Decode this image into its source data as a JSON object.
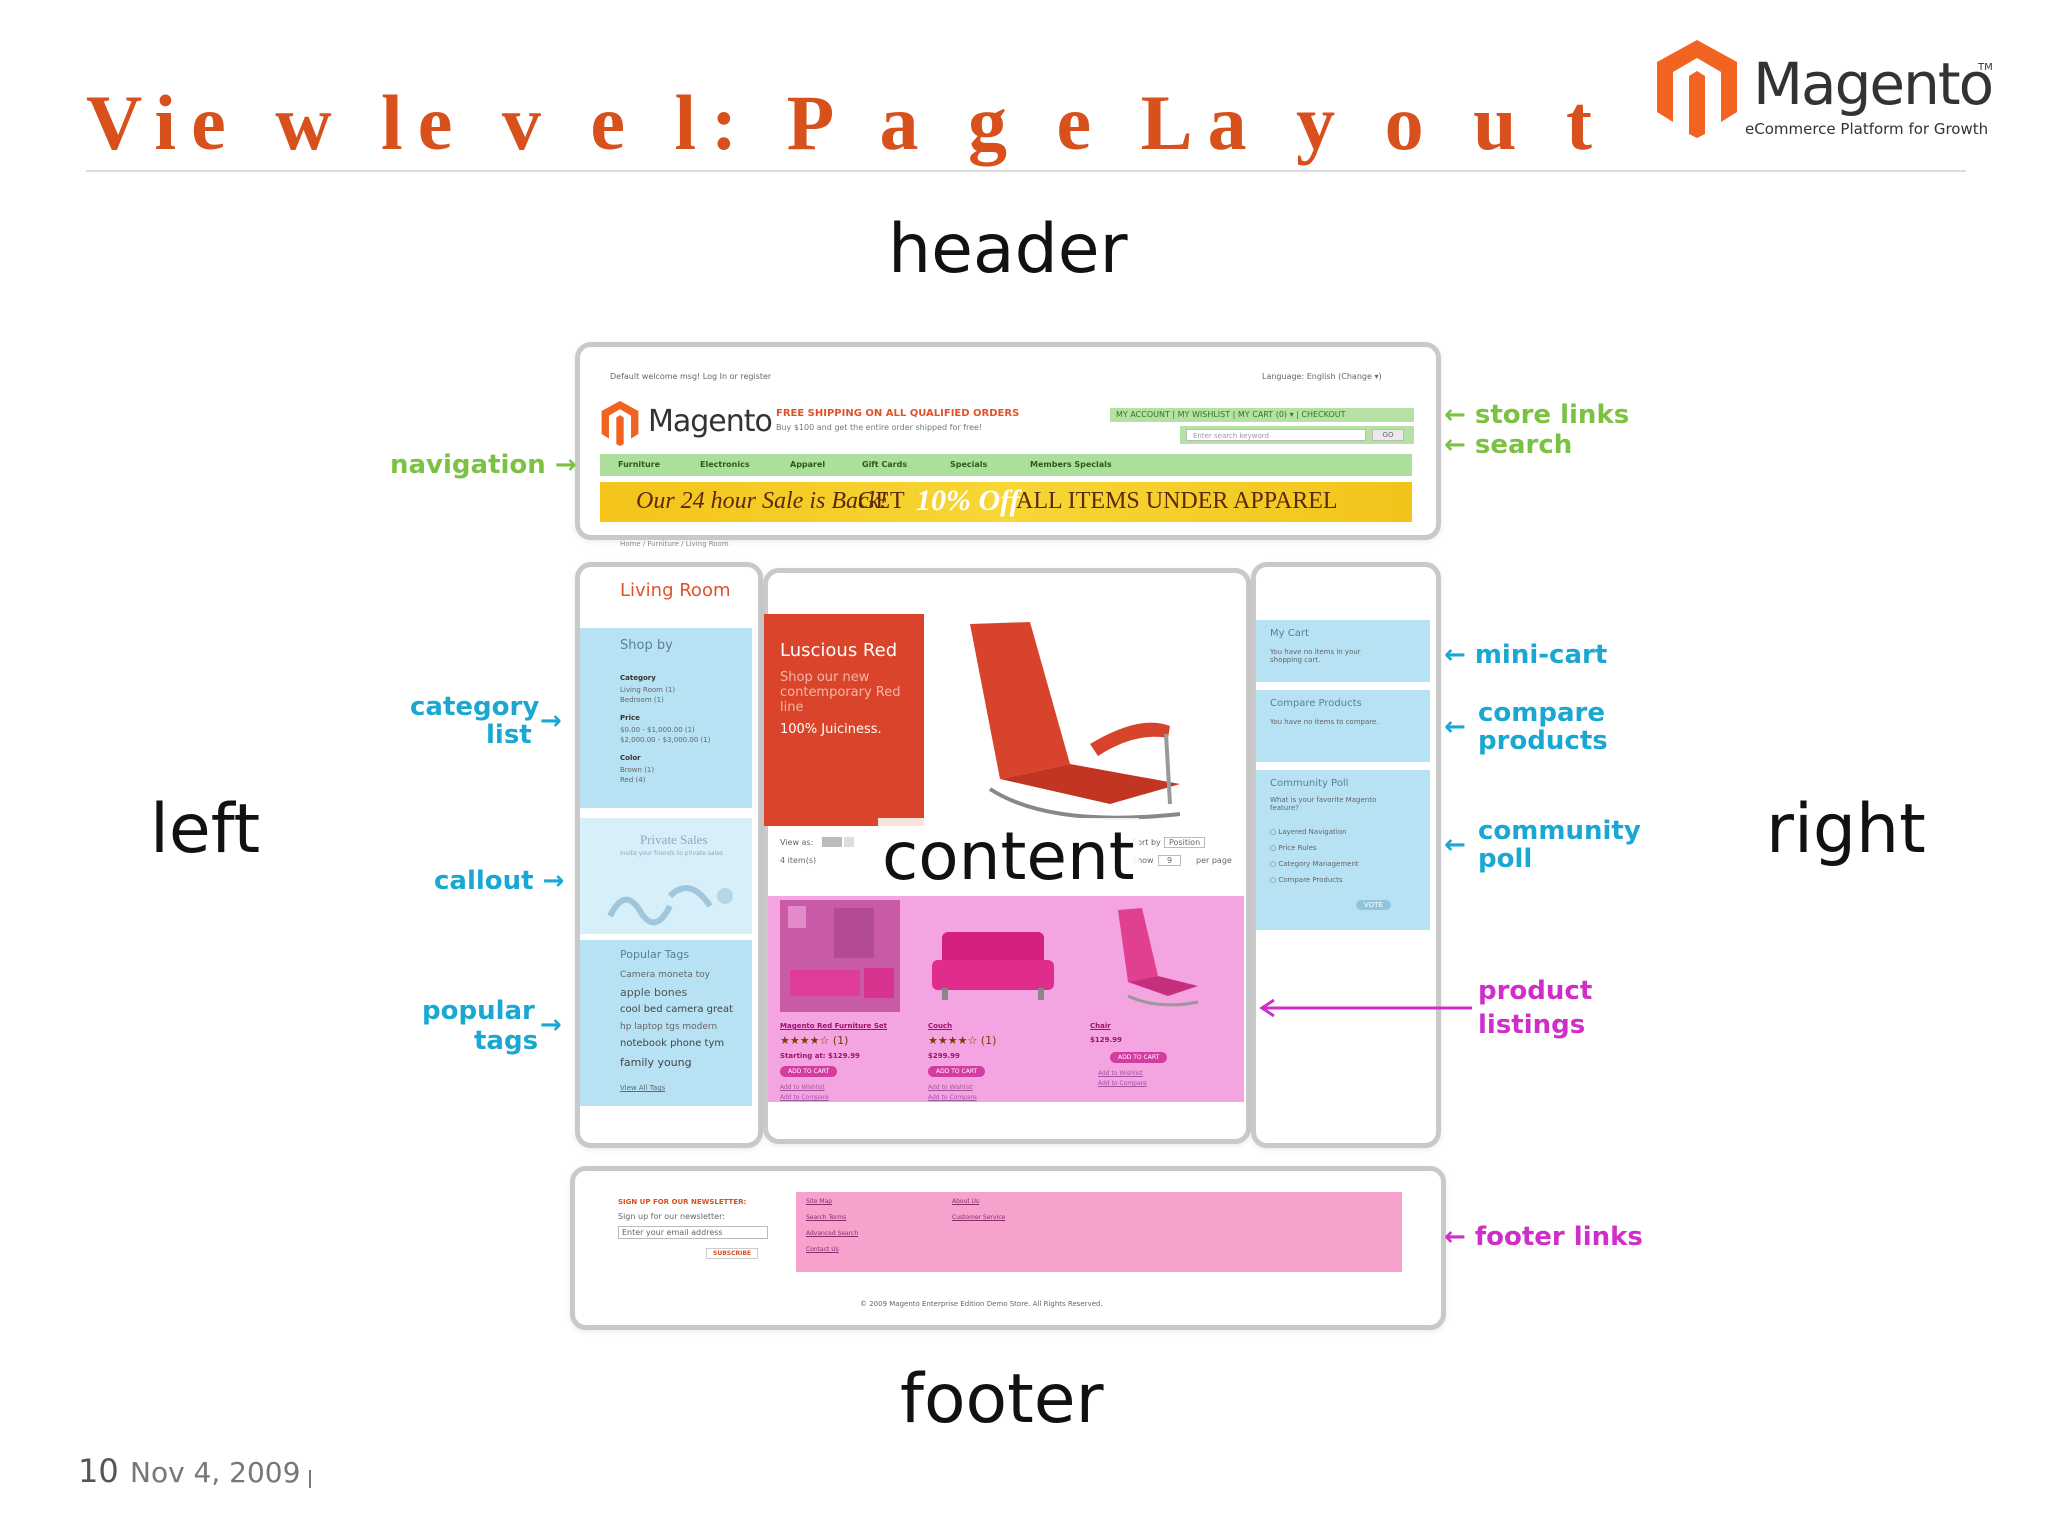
{
  "slide": {
    "title": "Vie w le v e l: P a g e La y o u t",
    "logo_word": "Magento",
    "logo_tm": "TM",
    "logo_tagline": "eCommerce Platform for Growth",
    "slide_number": "10",
    "date": "Nov 4, 2009"
  },
  "regions": {
    "header": "header",
    "footer": "footer",
    "left": "left",
    "right": "right",
    "content": "content"
  },
  "annotations": {
    "navigation": "navigation →",
    "store_links": "← store links",
    "search": "← search",
    "category_list_1": "category",
    "category_list_2": "list",
    "callout": "callout →",
    "popular_tags_1": "popular",
    "popular_tags_2": "tags",
    "mini_cart": "← mini-cart",
    "compare_1": "compare",
    "compare_2": "products",
    "community_1": "community",
    "community_2": "poll",
    "product_1": "product",
    "product_2": "listings",
    "footer_links": "← footer links"
  },
  "mockup": {
    "header": {
      "welcome": "Default welcome msg! Log In or register",
      "language": "Language: English (Change ▾)",
      "logo_word": "Magento",
      "promo": "FREE SHIPPING ON ALL QUALIFIED ORDERS",
      "promo_sub": "Buy $100 and get the entire order shipped for free!",
      "store_links": "MY ACCOUNT | MY WISHLIST | MY CART (0) ▾ | CHECKOUT",
      "search_placeholder": "Enter search keyword",
      "search_button": "GO",
      "nav": [
        "Furniture",
        "Electronics",
        "Apparel",
        "Gift Cards",
        "Specials",
        "Members Specials"
      ],
      "banner_1": "Our 24 hour Sale is Back!",
      "banner_2": "GET",
      "banner_3": "10% Off",
      "banner_4": "ALL ITEMS UNDER APPAREL",
      "breadcrumb": "Home / Furniture / Living Room"
    },
    "left": {
      "title": "Living Room",
      "shop_by": "Shop by",
      "category_label": "Category",
      "categories": [
        "Living Room (1)",
        "Bedroom (1)"
      ],
      "price_label": "Price",
      "prices": [
        "$0.00 - $1,000.00 (1)",
        "$2,000.00 - $3,000.00 (1)"
      ],
      "color_label": "Color",
      "colors": [
        "Brown (1)",
        "Red (4)"
      ],
      "callout_title": "Private Sales",
      "callout_sub": "Invite your friends to private sales",
      "tags_title": "Popular Tags",
      "tags_lines": [
        "Camera moneta toy",
        "apple bones",
        "cool bed camera great",
        "hp laptop tgs modern",
        "notebook phone tym",
        "family young"
      ],
      "view_all": "View All Tags"
    },
    "content": {
      "hero_title": "Luscious Red",
      "hero_sub": "Shop our new contemporary Red line",
      "hero_juice": "100% Juiciness.",
      "view_as": "View as:",
      "items": "4 item(s)",
      "sort_by": "Sort by",
      "sort_value": "Position",
      "show": "Show",
      "show_value": "9",
      "per_page": "per page",
      "products": [
        {
          "name": "Magento Red Furniture Set",
          "stars": "★★★★☆ (1)",
          "price": "Starting at: $129.99",
          "button": "ADD TO CART",
          "link1": "Add to Wishlist",
          "link2": "Add to Compare"
        },
        {
          "name": "Couch",
          "stars": "★★★★☆ (1)",
          "price": "$299.99",
          "button": "ADD TO CART",
          "link1": "Add to Wishlist",
          "link2": "Add to Compare"
        },
        {
          "name": "Chair",
          "stars": "",
          "price": "$129.99",
          "button": "ADD TO CART",
          "link1": "Add to Wishlist",
          "link2": "Add to Compare"
        }
      ]
    },
    "right": {
      "cart_title": "My Cart",
      "cart_text": "You have no items in your shopping cart.",
      "compare_title": "Compare Products",
      "compare_text": "You have no items to compare.",
      "poll_title": "Community Poll",
      "poll_question": "What is your favorite Magento feature?",
      "poll_options": [
        "Layered Navigation",
        "Price Rules",
        "Category Management",
        "Compare Products"
      ],
      "vote": "VOTE"
    },
    "footer": {
      "news_title": "SIGN UP FOR OUR NEWSLETTER:",
      "news_sub": "Sign up for our newsletter:",
      "email_placeholder": "Enter your email address",
      "subscribe": "SUBSCRIBE",
      "links_col1": [
        "Site Map",
        "Search Terms",
        "Advanced Search",
        "Contact Us"
      ],
      "links_col2": [
        "About Us",
        "Customer Service"
      ],
      "copyright": "© 2009 Magento Enterprise Edition Demo Store. All Rights Reserved."
    }
  },
  "colors": {
    "title": "#d8501c",
    "nav_highlight": "#7cc242",
    "cyan_highlight": "#1aa8d2",
    "magenta_highlight": "#d02ec8",
    "banner_yellow": "#f4c41a",
    "hero_red": "#d9442a"
  }
}
